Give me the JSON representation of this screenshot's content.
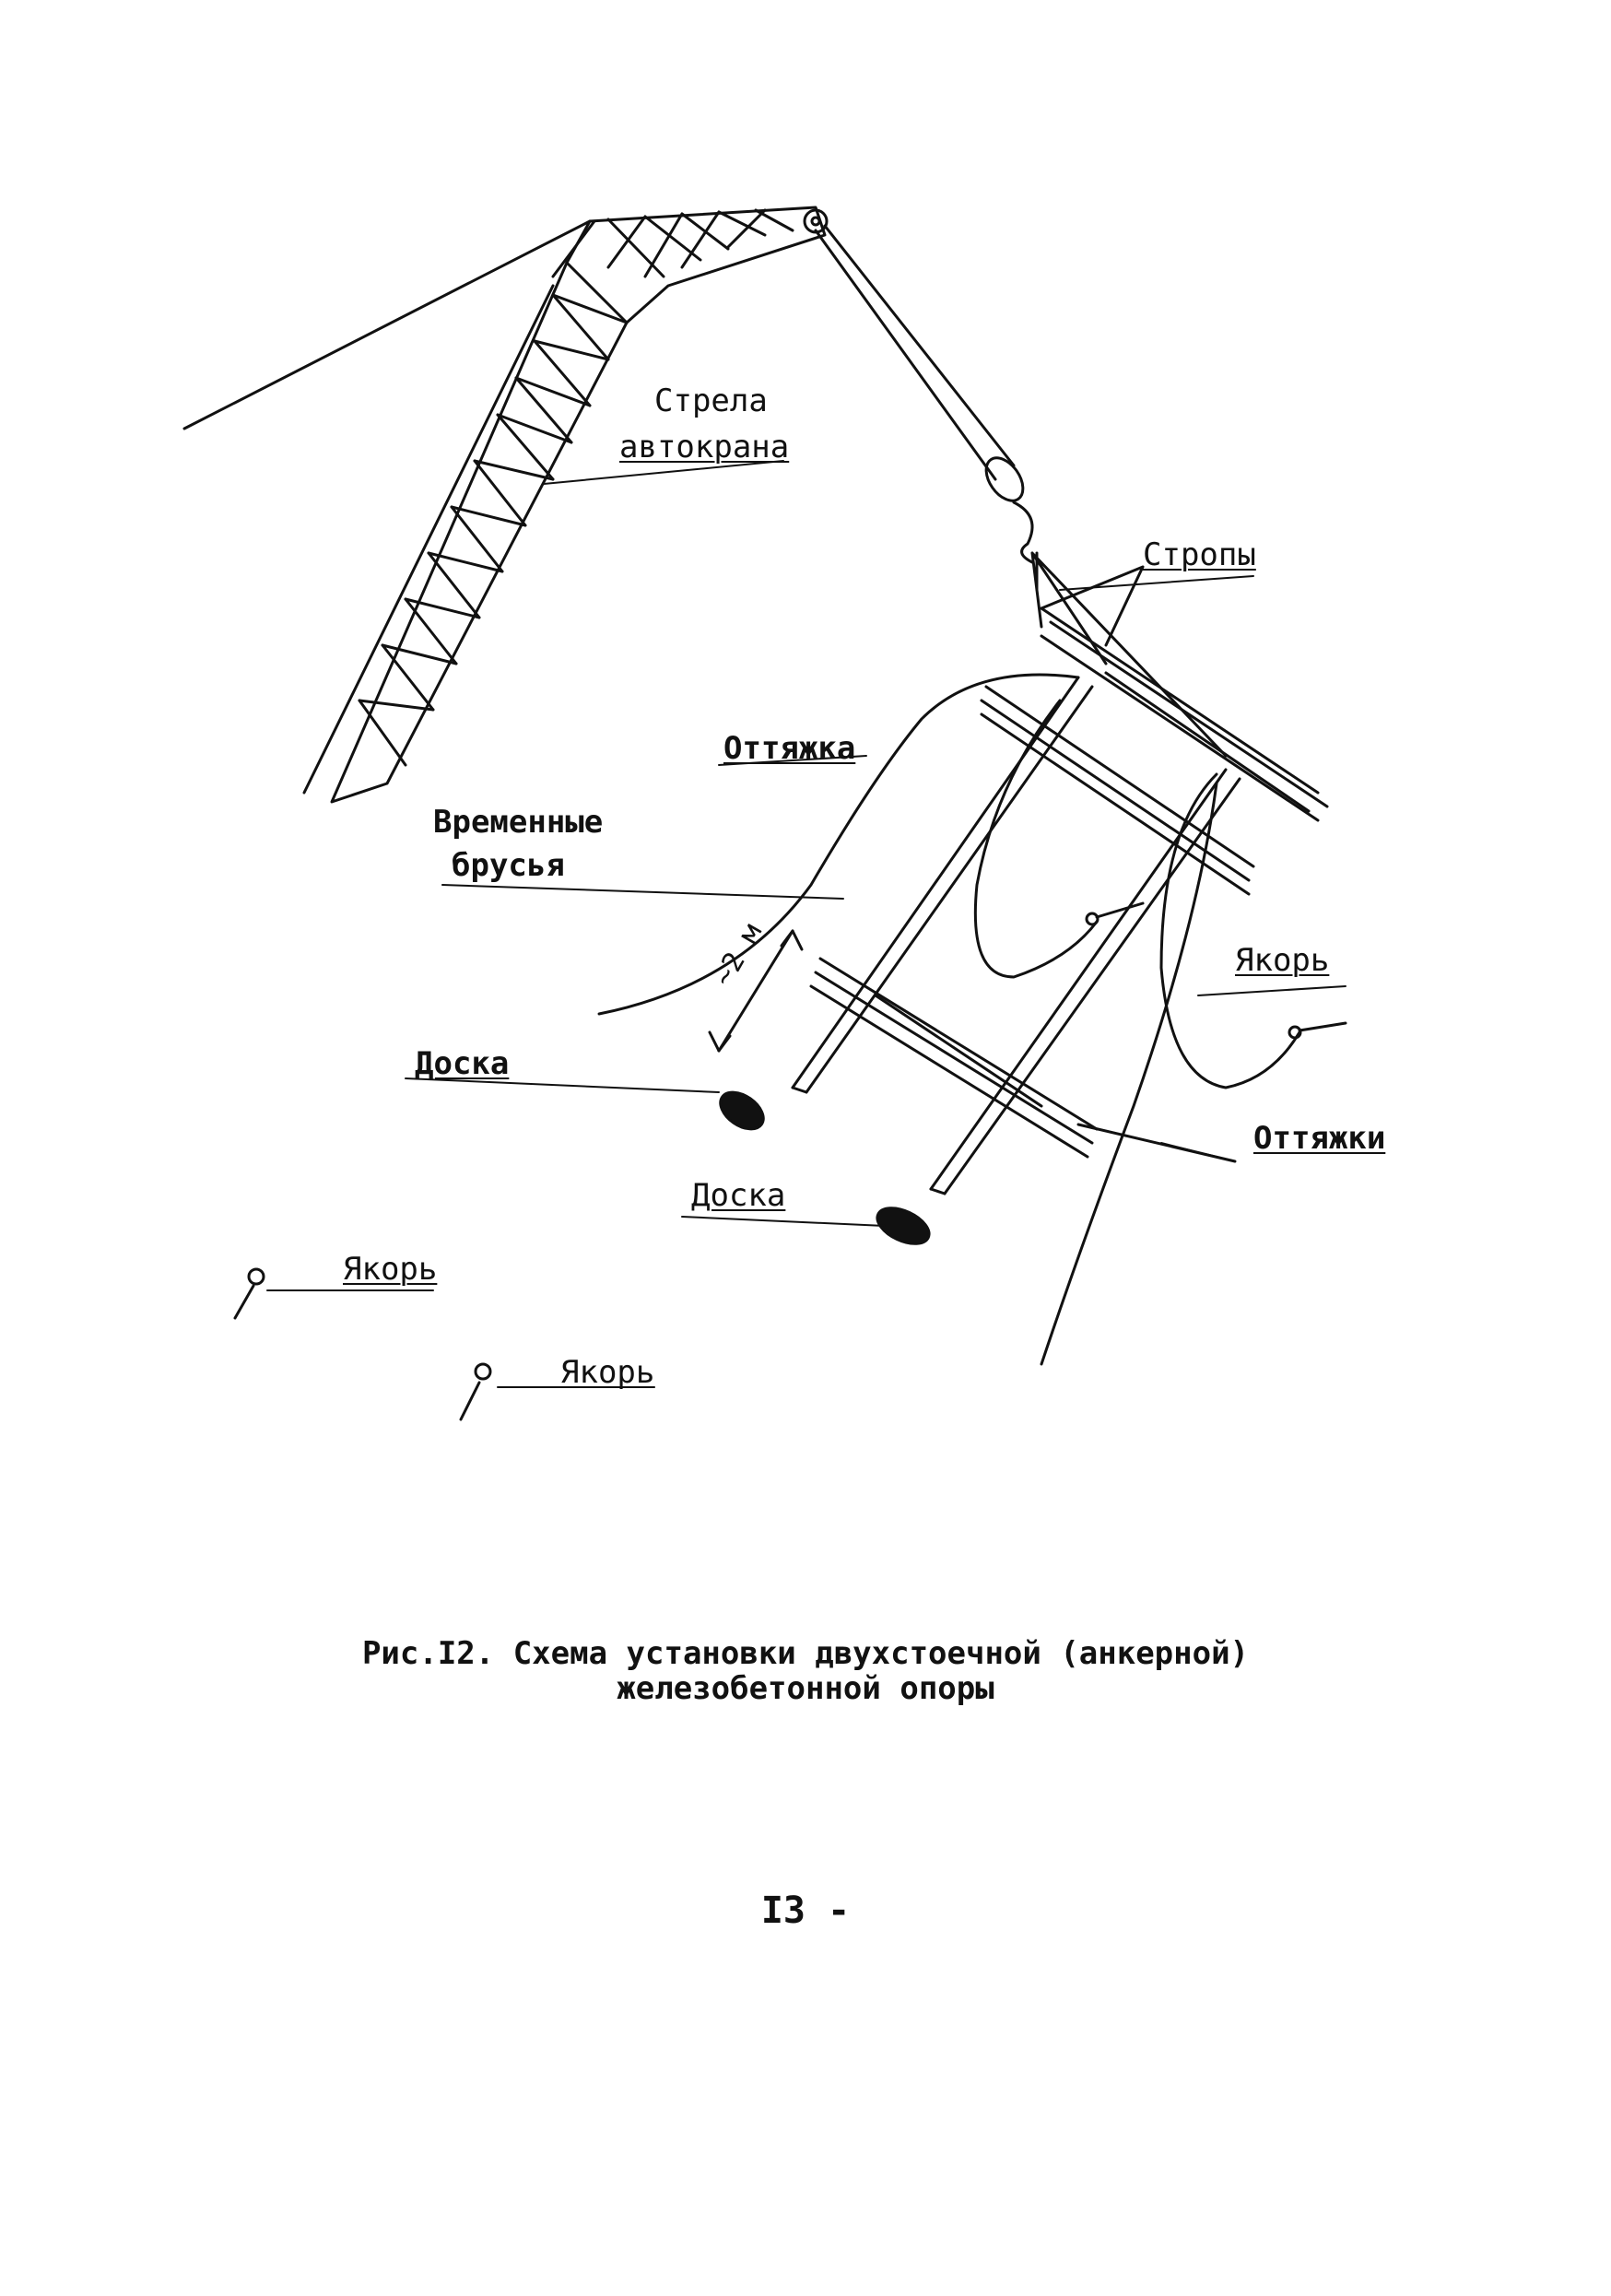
{
  "labels": {
    "boom": [
      "Стрела",
      "автокрана"
    ],
    "slings": "Стропы",
    "guy": "Оттяжка",
    "temp_beams": [
      "Временные",
      "брусья"
    ],
    "distance": "~2 м",
    "board_left": "Доска",
    "board_right": "Доска",
    "anchor_right": "Якорь",
    "guys_right": "Оттяжки",
    "anchor_left_1": "Якорь",
    "anchor_left_2": "Якорь"
  },
  "caption": {
    "line1": "Рис.I2. Схема установки двухстоечной (анкерной)",
    "line2": "железобетонной опоры"
  },
  "page_number": "I3 -",
  "colors": {
    "ink": "#111111",
    "paper": "#ffffff"
  }
}
